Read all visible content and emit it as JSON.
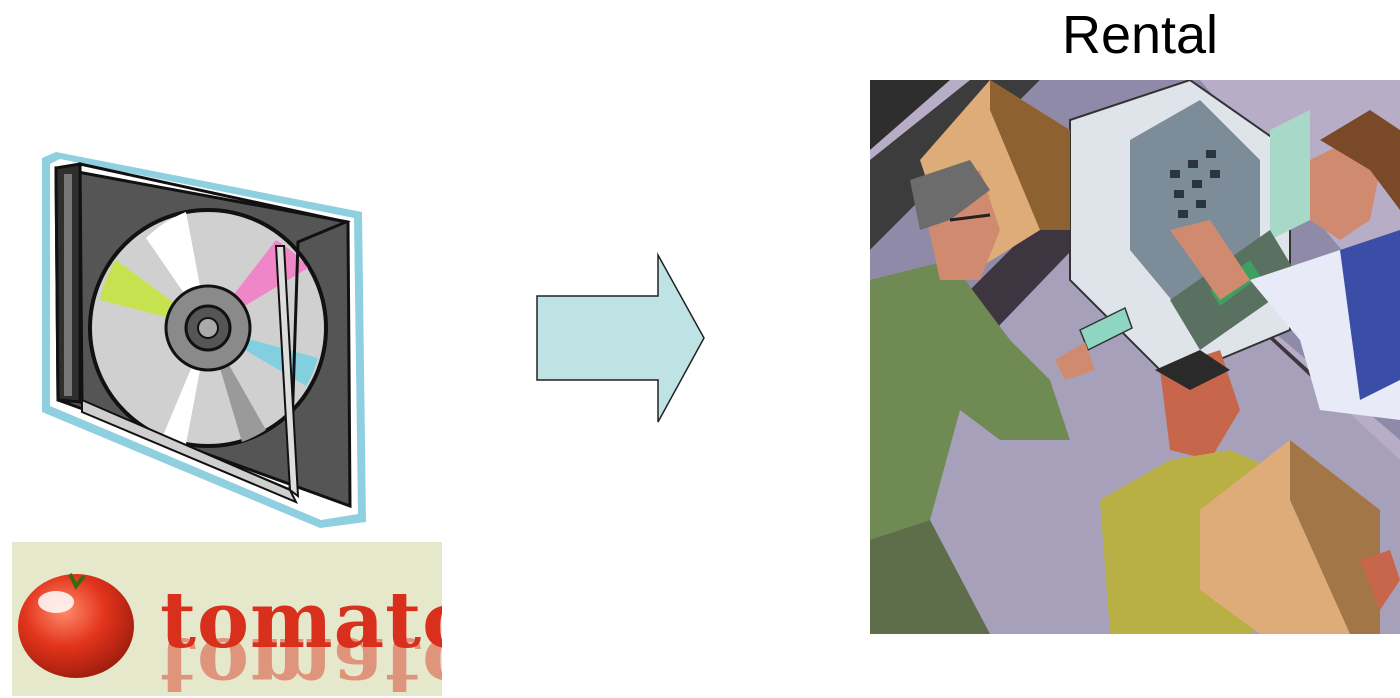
{
  "title": "Rental",
  "logo": {
    "text": "tomato"
  },
  "icons": {
    "cd": "cd-case-icon",
    "arrow": "right-arrow-icon",
    "scene": "rental-counter-illustration",
    "tomato": "tomato-icon"
  },
  "colors": {
    "arrow_fill": "#bfe3e5",
    "cd_outline": "#8fd0e0",
    "logo_bg": "#e6e8cc",
    "logo_text": "#d8301c"
  }
}
